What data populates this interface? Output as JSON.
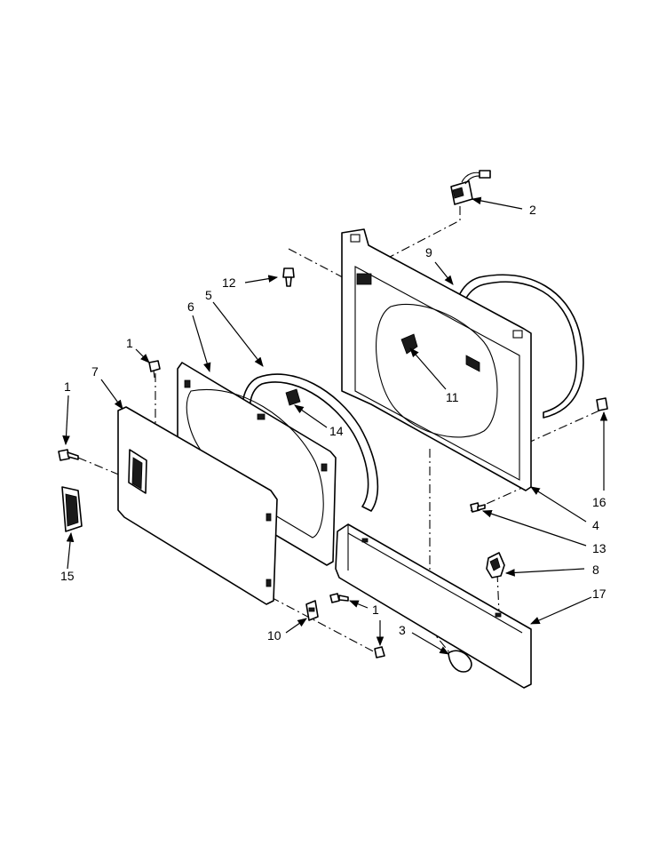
{
  "colors": {
    "line": "#000000",
    "background": "#ffffff"
  },
  "callouts": [
    {
      "id": "c2",
      "text": "2"
    },
    {
      "id": "c9",
      "text": "9"
    },
    {
      "id": "c12",
      "text": "12"
    },
    {
      "id": "c6",
      "text": "6"
    },
    {
      "id": "c5",
      "text": "5"
    },
    {
      "id": "c1a",
      "text": "1"
    },
    {
      "id": "c7",
      "text": "7"
    },
    {
      "id": "c1b",
      "text": "1"
    },
    {
      "id": "c11",
      "text": "11"
    },
    {
      "id": "c14",
      "text": "14"
    },
    {
      "id": "c16",
      "text": "16"
    },
    {
      "id": "c4",
      "text": "4"
    },
    {
      "id": "c13",
      "text": "13"
    },
    {
      "id": "c15",
      "text": "15"
    },
    {
      "id": "c8",
      "text": "8"
    },
    {
      "id": "c17",
      "text": "17"
    },
    {
      "id": "c1c",
      "text": "1"
    },
    {
      "id": "c10",
      "text": "10"
    },
    {
      "id": "c3",
      "text": "3"
    }
  ]
}
